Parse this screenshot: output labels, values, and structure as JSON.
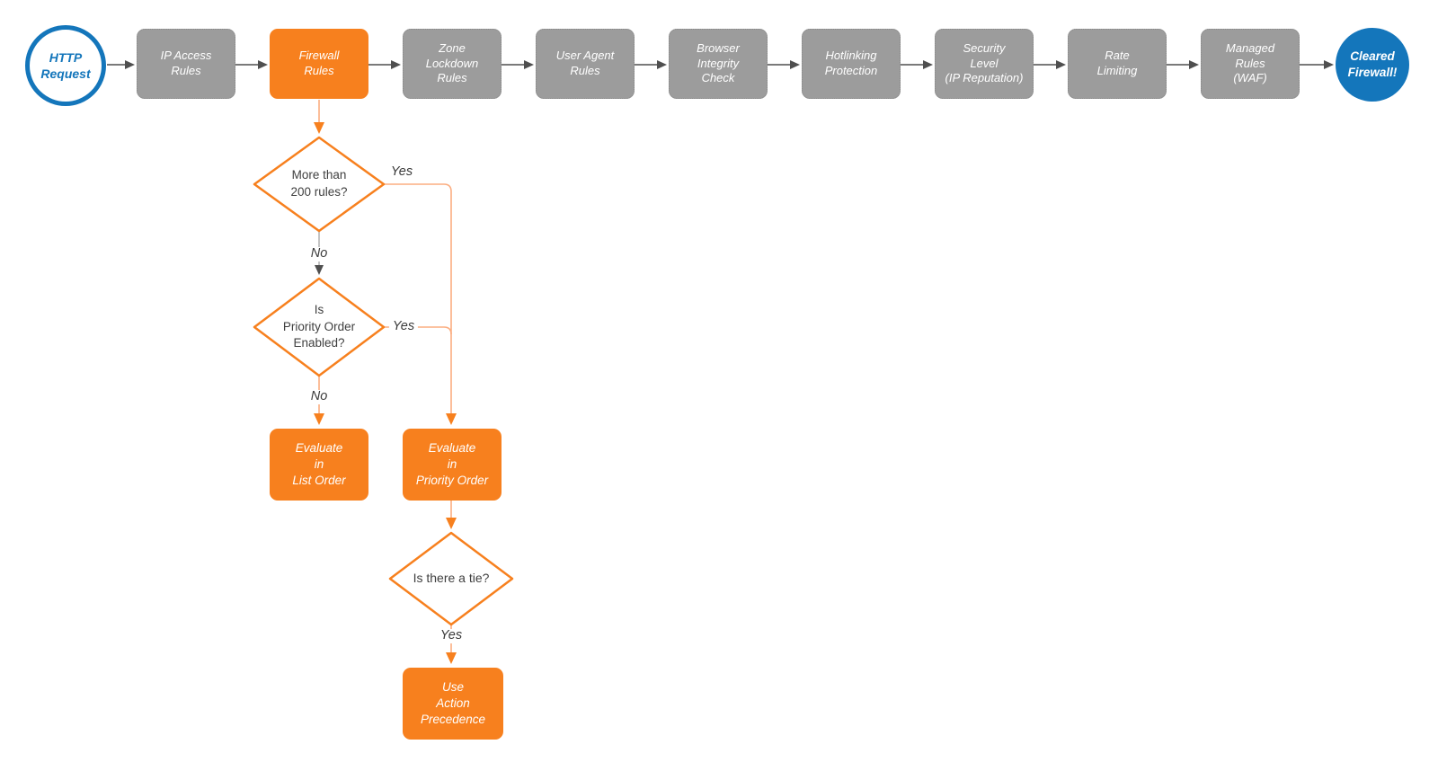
{
  "palette": {
    "orange": "#f7801e",
    "orange_line_light": "#fbad80",
    "gray_node": "#9c9c9c",
    "gray_node_border": "#878787",
    "blue": "#1476bb",
    "connector_gray": "#4f4f4f",
    "stem_gray_light": "#b0b0b0",
    "text_dark": "#3f3f3f",
    "node_text": "#ffffff",
    "background": "#ffffff"
  },
  "pipeline": {
    "start": {
      "label": "HTTP\nRequest"
    },
    "steps": [
      {
        "label": "IP Access\nRules",
        "highlighted": false
      },
      {
        "label": "Firewall\nRules",
        "highlighted": true
      },
      {
        "label": "Zone\nLockdown\nRules",
        "highlighted": false
      },
      {
        "label": "User Agent\nRules",
        "highlighted": false
      },
      {
        "label": "Browser\nIntegrity\nCheck",
        "highlighted": false
      },
      {
        "label": "Hotlinking\nProtection",
        "highlighted": false
      },
      {
        "label": "Security\nLevel\n(IP Reputation)",
        "highlighted": false
      },
      {
        "label": "Rate\nLimiting",
        "highlighted": false
      },
      {
        "label": "Managed\nRules\n(WAF)",
        "highlighted": false
      }
    ],
    "end": {
      "label": "Cleared\nFirewall!"
    }
  },
  "branch": {
    "decisions": [
      {
        "label": "More than\n200 rules?"
      },
      {
        "label": "Is\nPriority Order\nEnabled?"
      },
      {
        "label": "Is there a tie?"
      }
    ],
    "processes": [
      {
        "label": "Evaluate\nin\nList Order"
      },
      {
        "label": "Evaluate\nin\nPriority Order"
      },
      {
        "label": "Use\nAction\nPrecedence"
      }
    ],
    "edge_labels": {
      "yes1": "Yes",
      "no1": "No",
      "yes2": "Yes",
      "no2": "No",
      "yes3": "Yes"
    }
  }
}
